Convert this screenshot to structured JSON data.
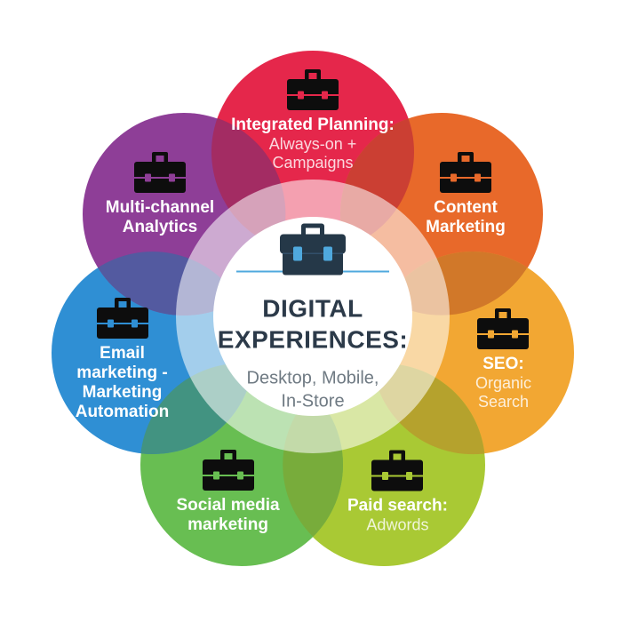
{
  "canvas": {
    "background": "#FFFFFF"
  },
  "diagram": {
    "center": {
      "icon": "briefcase-icon",
      "case_color": "#253848",
      "accent_color": "#4FA9DE",
      "title_color": "#2C3A49",
      "subtitle_color": "#6F7A83",
      "title_lines": [
        "DIGITAL",
        "EXPERIENCES:"
      ],
      "subtitle_lines": [
        "Desktop, Mobile,",
        "In-Store"
      ]
    },
    "petals": [
      {
        "id": "integrated-planning",
        "angle_deg": 90,
        "color": "#E5274B",
        "icon": "briefcase-icon",
        "title_lines": [
          "Integrated Planning:"
        ],
        "subtitle_lines": [
          "Always-on +",
          "Campaigns"
        ]
      },
      {
        "id": "content-marketing",
        "angle_deg": 38.57,
        "color": "#E8692A",
        "icon": "briefcase-icon",
        "title_lines": [
          "Content",
          "Marketing"
        ],
        "subtitle_lines": []
      },
      {
        "id": "seo-organic-search",
        "angle_deg": -12.86,
        "color": "#F2A733",
        "icon": "briefcase-icon",
        "title_lines": [
          "SEO:"
        ],
        "subtitle_lines": [
          "Organic",
          "Search"
        ]
      },
      {
        "id": "paid-search-adwords",
        "angle_deg": -64.29,
        "color": "#A9C934",
        "icon": "briefcase-icon",
        "title_lines": [
          "Paid search:"
        ],
        "subtitle_lines": [
          "Adwords"
        ]
      },
      {
        "id": "social-media-marketing",
        "angle_deg": -115.71,
        "color": "#68BE52",
        "icon": "briefcase-icon",
        "title_lines": [
          "Social media",
          "marketing"
        ],
        "subtitle_lines": []
      },
      {
        "id": "email-marketing-automation",
        "angle_deg": -167.14,
        "color": "#2F8FD4",
        "icon": "briefcase-icon",
        "title_lines": [
          "Email",
          "marketing -",
          "Marketing",
          "Automation"
        ],
        "subtitle_lines": []
      },
      {
        "id": "multi-channel-analytics",
        "angle_deg": 141.43,
        "color": "#8E3E97",
        "icon": "briefcase-icon",
        "title_lines": [
          "Multi-channel",
          "Analytics"
        ],
        "subtitle_lines": []
      }
    ]
  }
}
